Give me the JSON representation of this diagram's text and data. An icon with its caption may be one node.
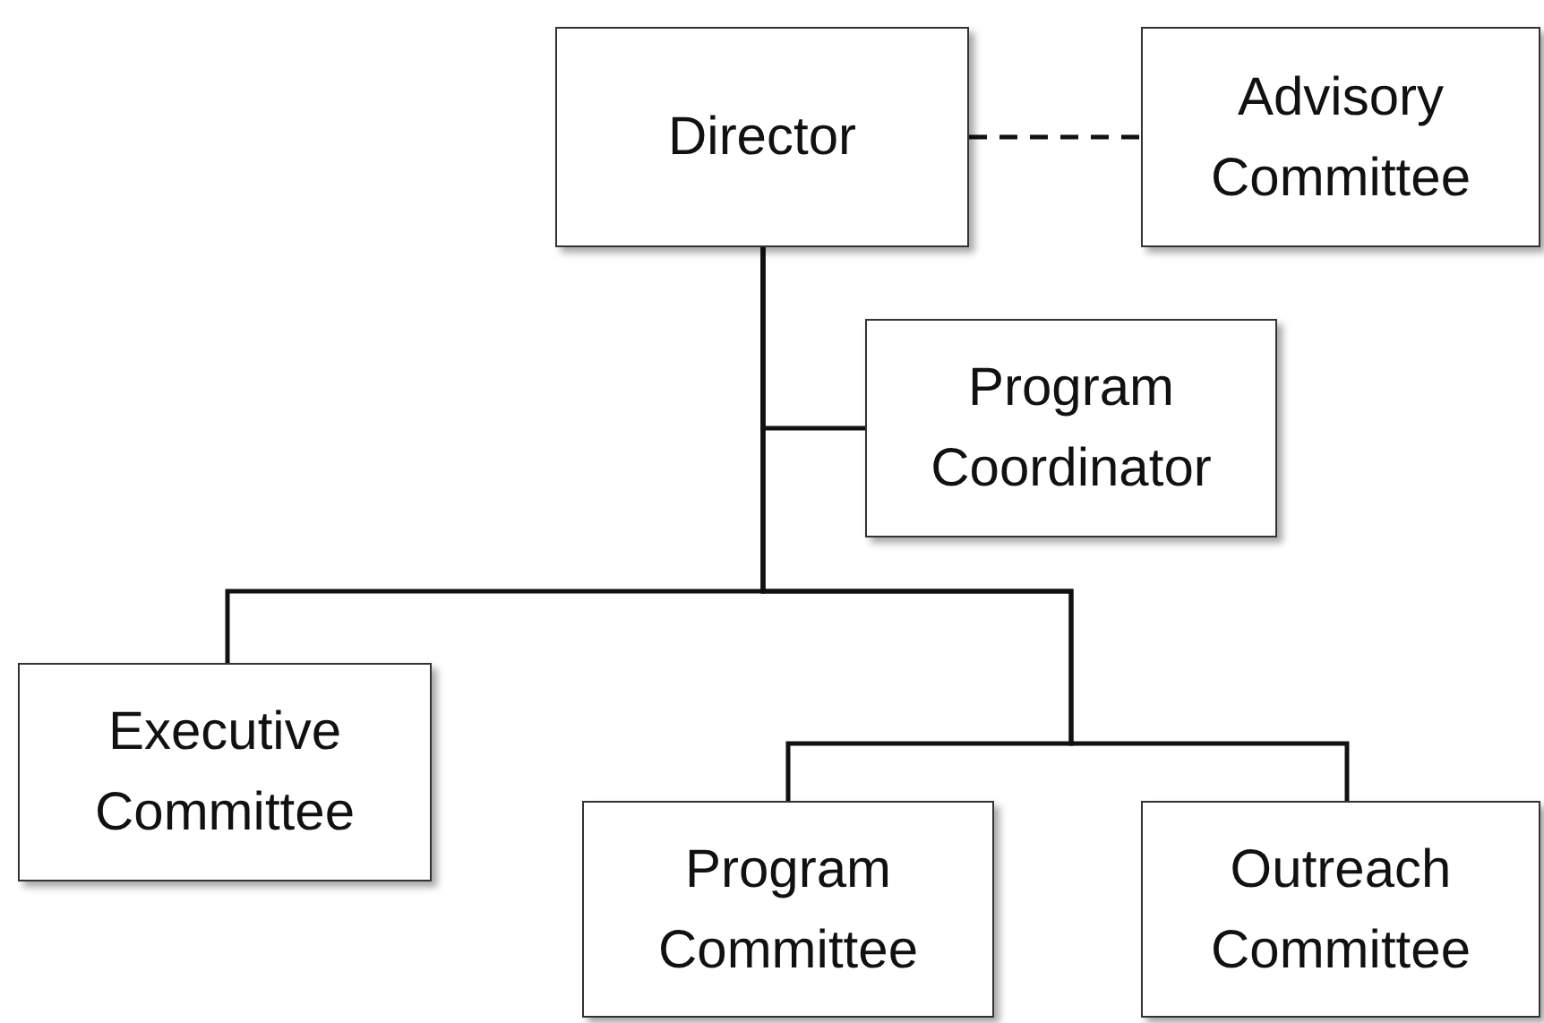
{
  "diagram": {
    "nodes": [
      {
        "text": [
          "Director"
        ]
      },
      {
        "text": [
          "Advisory Committee"
        ]
      },
      {
        "text": [
          "Program Coordinator"
        ]
      },
      {
        "text": [
          "Executive Committee"
        ]
      },
      {
        "text": [
          "Program Committee"
        ]
      },
      {
        "text": [
          "Outreach Committee"
        ]
      }
    ],
    "edges": [
      {
        "from": 0,
        "to": 1,
        "arrow": "none",
        "style": "dashed"
      },
      {
        "from": 0,
        "to": 2,
        "arrow": "none"
      },
      {
        "from": 0,
        "to": 3,
        "arrow": "none"
      },
      {
        "from": 0,
        "to": 4,
        "arrow": "none"
      },
      {
        "from": 0,
        "to": 5,
        "arrow": "none"
      }
    ]
  }
}
